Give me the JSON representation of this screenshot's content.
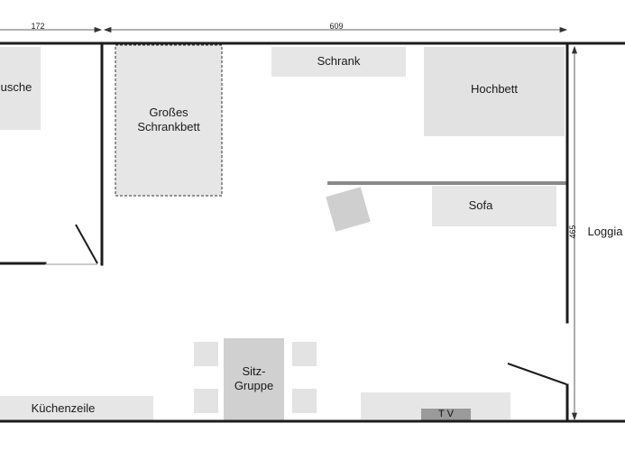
{
  "dimensions": {
    "width_left": "172",
    "width_main": "609",
    "depth": "465"
  },
  "rooms": {
    "dusche": "usche",
    "loggia": "Loggia"
  },
  "furniture": {
    "schrankbett": "Großes\nSchrankbett",
    "schrank": "Schrank",
    "hochbett": "Hochbett",
    "sofa": "Sofa",
    "sitzgruppe": "Sitz-\nGruppe",
    "kuechenzeile": "Küchenzeile",
    "tv": "T V"
  },
  "colors": {
    "wall": "#1c1c1c",
    "furniture": "#e5e5e5",
    "furniture_dark": "#d0d0d0",
    "partition": "#8a8a8a",
    "tv": "#9a9a9a"
  }
}
